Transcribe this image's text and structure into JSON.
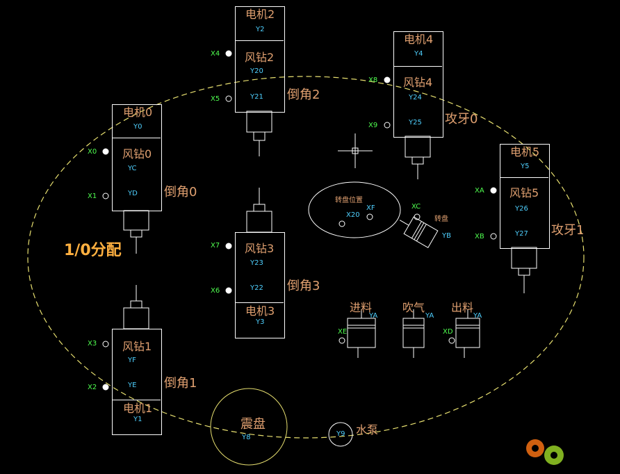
{
  "diagram_title": "1/0分配",
  "stations": [
    {
      "id": "s2",
      "motor": "电机2",
      "motor_y": "Y2",
      "drill": "风钻2",
      "drill_y": "Y20",
      "y2": "Y21",
      "in_top": "X4",
      "in_bot": "X5",
      "side": "倒角2"
    },
    {
      "id": "s4",
      "motor": "电机4",
      "motor_y": "Y4",
      "drill": "风钻4",
      "drill_y": "Y24",
      "y2": "Y25",
      "in_top": "X8",
      "in_bot": "X9",
      "side": "攻牙0"
    },
    {
      "id": "s0",
      "motor": "电机0",
      "motor_y": "Y0",
      "drill": "风钻0",
      "drill_y": "YC",
      "y2": "YD",
      "in_top": "X0",
      "in_bot": "X1",
      "side": "倒角0"
    },
    {
      "id": "s5",
      "motor": "电机5",
      "motor_y": "Y5",
      "drill": "风钻5",
      "drill_y": "Y26",
      "y2": "Y27",
      "in_top": "XA",
      "in_bot": "XB",
      "side": "攻牙1"
    },
    {
      "id": "s3",
      "motor": "电机3",
      "motor_y": "Y3",
      "drill": "风钻3",
      "drill_y": "Y23",
      "y2": "Y22",
      "in_top": "X7",
      "in_bot": "X6",
      "side": "倒角3"
    },
    {
      "id": "s1",
      "motor": "电机1",
      "motor_y": "Y1",
      "drill": "风钻1",
      "drill_y": "YF",
      "y2": "YE",
      "in_top": "X3",
      "in_bot": "X2",
      "side": "倒角1"
    }
  ],
  "turntable": {
    "label": "转盘位置",
    "x_a": "X20",
    "x_b": "XF",
    "x_c": "XC",
    "cyl_label": "转盘",
    "cyl_y": "YB"
  },
  "cylinders": [
    {
      "label": "进料",
      "y": "YA",
      "x": "XE"
    },
    {
      "label": "吹气",
      "y": "YA",
      "x": ""
    },
    {
      "label": "出料",
      "y": "YA",
      "x": "XD"
    }
  ],
  "vibrator": {
    "label": "震盘",
    "y": "Y8"
  },
  "pump": {
    "y": "Y9",
    "label": "水泵"
  },
  "colors": {
    "ellipse": "#e8e070",
    "box": "#ffffff",
    "cn_text": "#e0a070",
    "y_text": "#4fd0ff",
    "x_text": "#50ff50"
  }
}
